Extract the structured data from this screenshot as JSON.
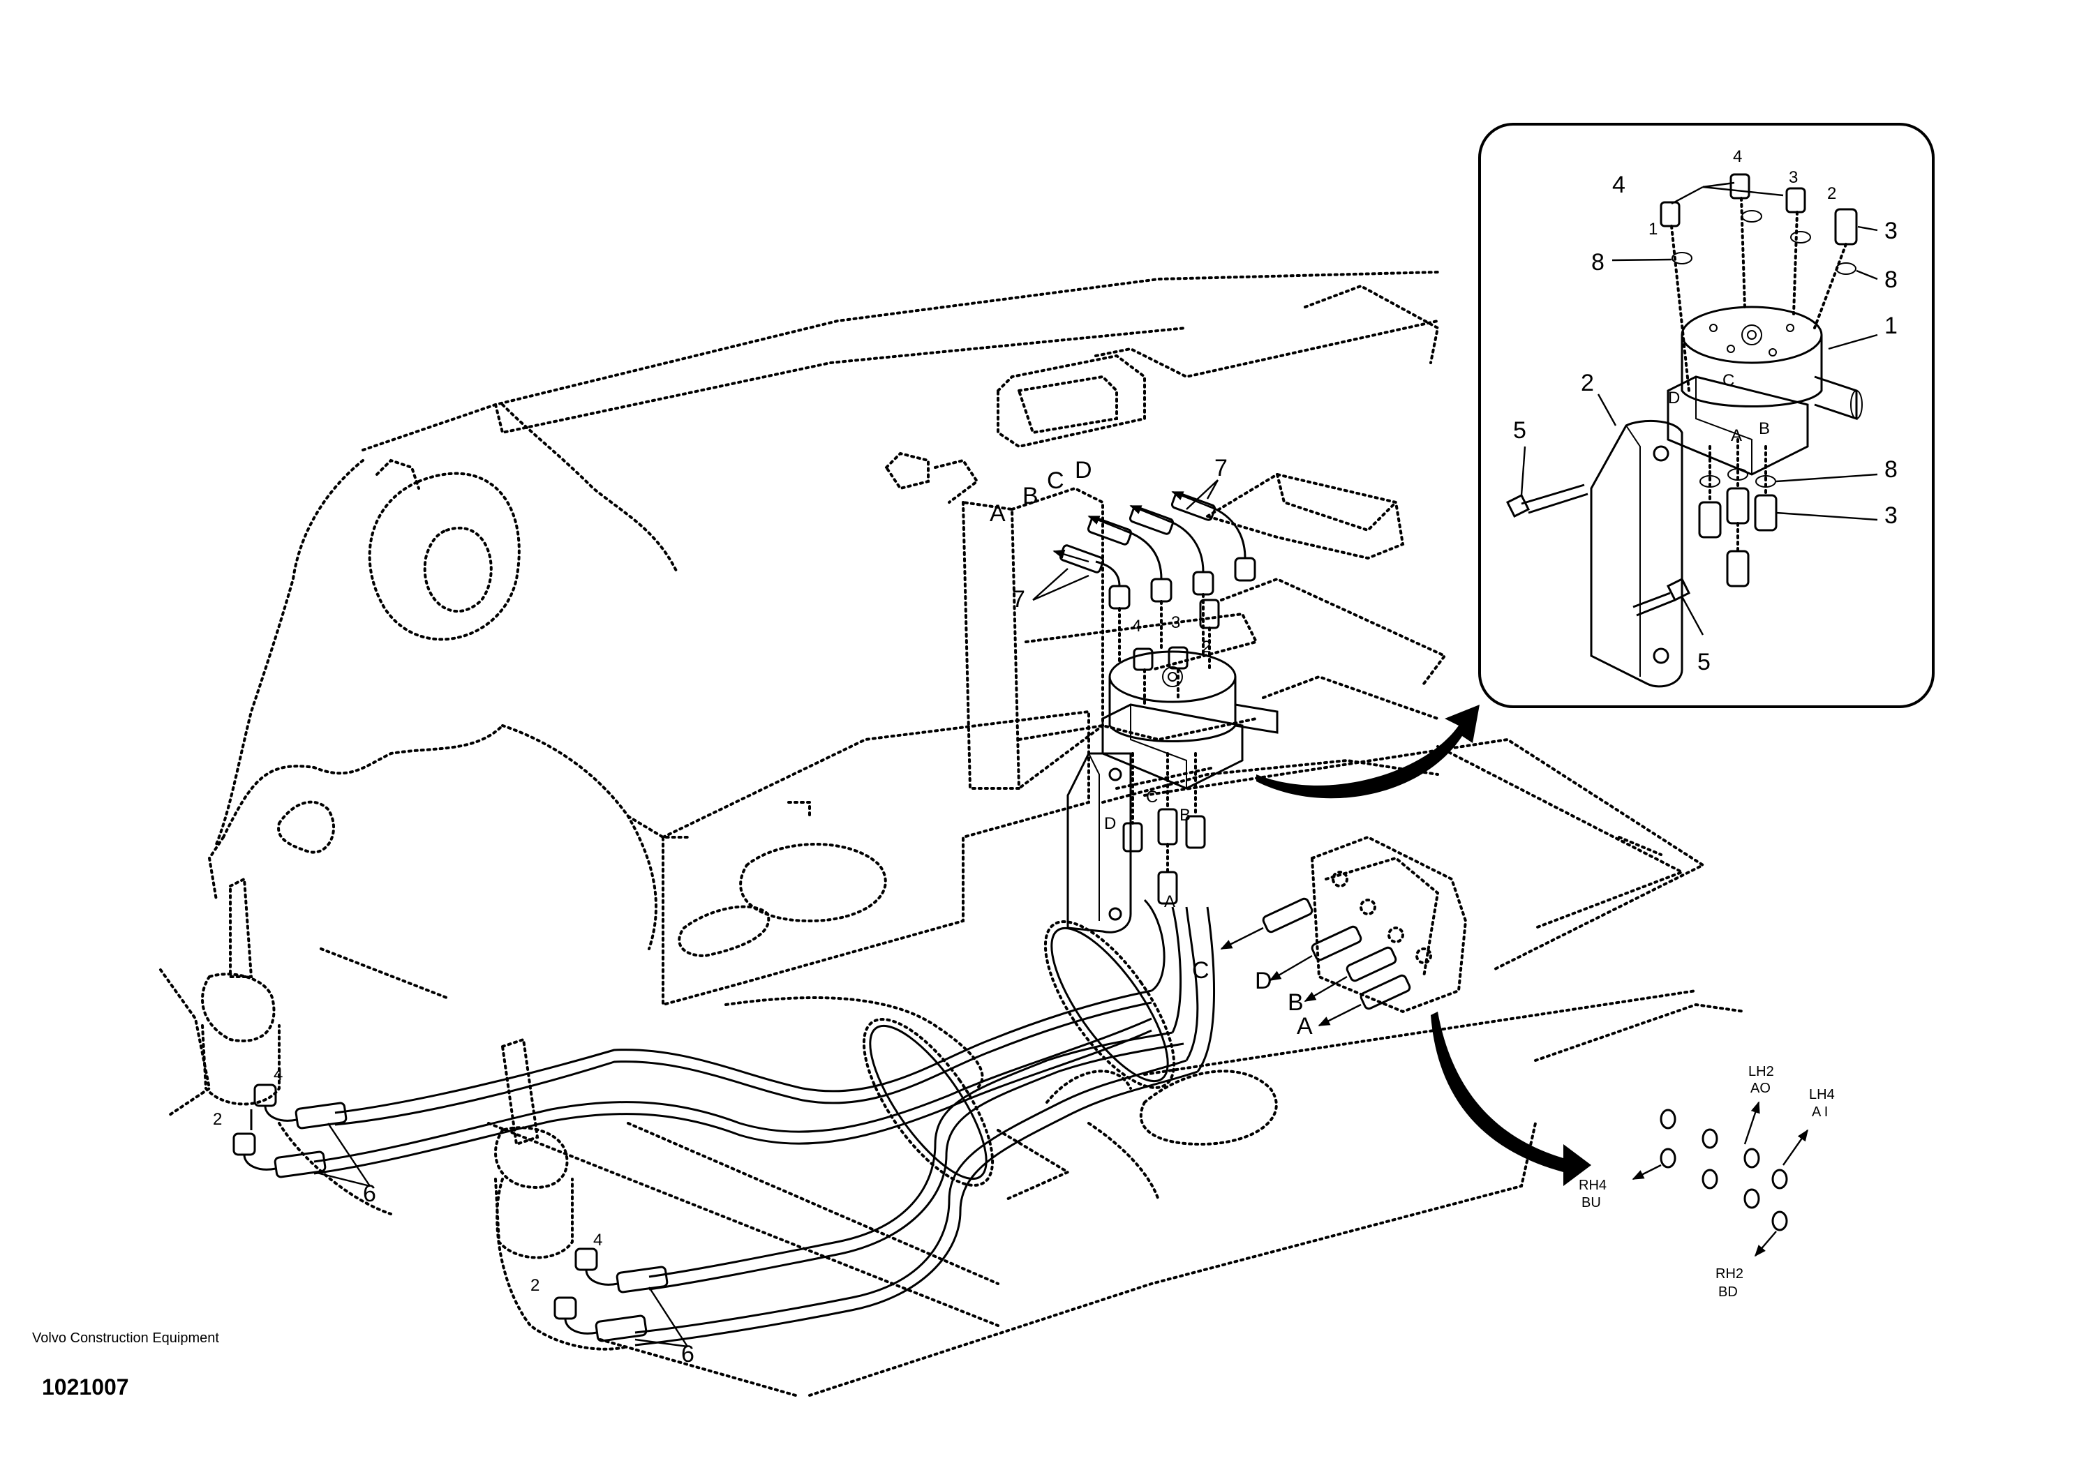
{
  "caption": {
    "company": "Volvo Construction Equipment",
    "figure_number": "1021007"
  },
  "callouts": {
    "item_1": "1",
    "item_2": "2",
    "item_3": "3",
    "item_4": "4",
    "item_5": "5",
    "item_6": "6",
    "item_7": "7",
    "item_8": "8"
  },
  "port_letters": {
    "a": "A",
    "b": "B",
    "c": "C",
    "d": "D"
  },
  "port_codes": {
    "lh2": "LH2",
    "ao": "AO",
    "lh4": "LH4",
    "ai": "A I",
    "rh4": "RH4",
    "bu": "BU",
    "rh2": "RH2",
    "bd": "BD"
  }
}
